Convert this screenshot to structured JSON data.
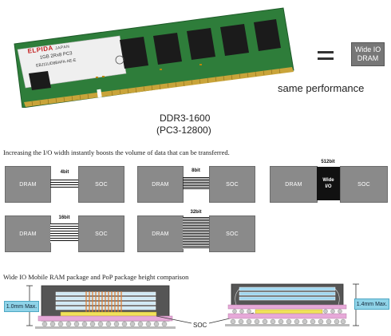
{
  "dimm": {
    "brand": "ELPIDA",
    "brand_sub": "JAPAN",
    "module_text": "1GB 2Rx8 PC3",
    "part_no": "EBJ11UD8BAFA-AE-E",
    "caption_line1": "DDR3-1600",
    "caption_line2": "(PC3-12800)"
  },
  "equals_symbol": "=",
  "wideio_label_line1": "Wide IO",
  "wideio_label_line2": "DRAM",
  "same_performance": "same performance",
  "section1_heading": "Increasing the I/O width instantly boosts the volume of data that can be transferred.",
  "diagrams": [
    {
      "bits": "4bit",
      "left": "DRAM",
      "right": "SOC"
    },
    {
      "bits": "8bit",
      "left": "DRAM",
      "right": "SOC"
    },
    {
      "bits": "512bit",
      "left": "DRAM",
      "right": "SOC",
      "middle_line1": "Wide",
      "middle_line2": "I/O"
    },
    {
      "bits": "16bit",
      "left": "DRAM",
      "right": "SOC"
    },
    {
      "bits": "32bit",
      "left": "DRAM",
      "right": "SOC"
    }
  ],
  "section2_heading": "Wide IO Mobile RAM package and PoP package height comparison",
  "package": {
    "left_height": "1.0mm Max.",
    "right_height": "1.4mm Max.",
    "soc_label": "SOC"
  },
  "colors": {
    "pcb_green": "#2e7d3a",
    "chip_black": "#1b1b1b",
    "block_gray": "#8a8a8a",
    "pkg_pink": "#e6a9d8",
    "pkg_blue": "#9fd6ef",
    "tsv_orange": "#e07a2a",
    "soc_yellow": "#f1e25a"
  }
}
